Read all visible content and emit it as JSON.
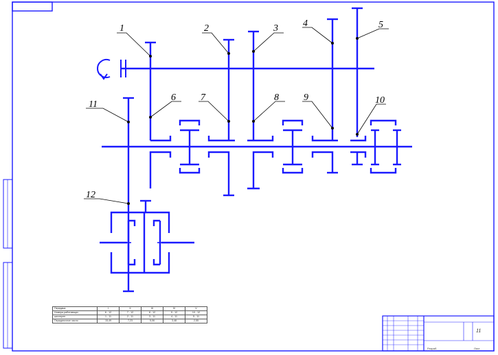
{
  "diagram": {
    "callouts": [
      "1",
      "2",
      "3",
      "4",
      "5",
      "6",
      "7",
      "8",
      "9",
      "10",
      "11",
      "12"
    ],
    "sheet_number": "11"
  },
  "table": {
    "header": [
      "Передача",
      "I",
      "II",
      "III",
      "IV",
      "V"
    ],
    "rows": [
      [
        "Номера работающих",
        "6 - 12",
        "7 - 12",
        "8 - 12",
        "9 - 12",
        "10 - 12"
      ],
      [
        "шестерен",
        "1 - 11",
        "2 - 11",
        "3 - 11",
        "4 - 11",
        "5 - 11"
      ],
      [
        "Передаточное число",
        "15,49",
        "7,23",
        "5,06",
        "3,48",
        "2,55"
      ]
    ]
  },
  "stamp": {
    "label_left": "Разраб.",
    "label_right": "Лист"
  },
  "colors": {
    "line": "#1a1aff",
    "frame": "#1a1aff",
    "text": "#000000"
  }
}
